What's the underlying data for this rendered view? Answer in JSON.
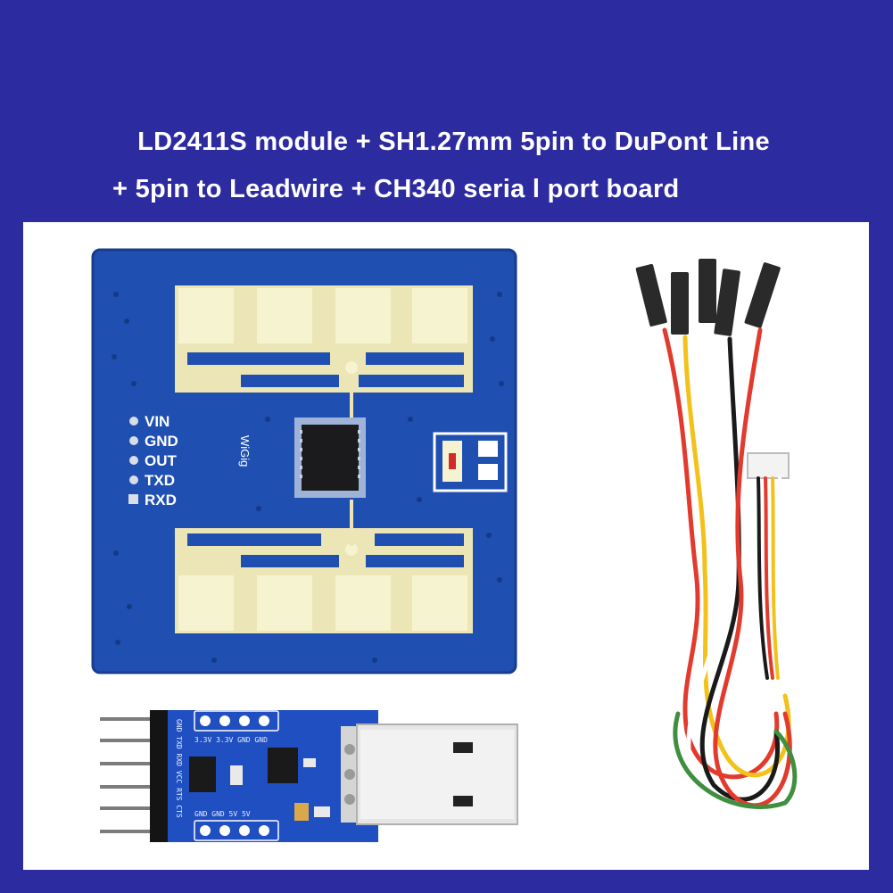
{
  "title": {
    "line1": "LD2411S module + SH1.27mm 5pin to DuPont Line",
    "line2": "+ 5pin to Leadwire + CH340 seria l port board"
  },
  "module": {
    "brand": "WiGig",
    "pins": [
      "VIN",
      "GND",
      "OUT",
      "TXD",
      "RXD"
    ]
  },
  "usb_board": {
    "top_silk": "3.3V 3.3V GND GND",
    "bottom_silk": "GND GND 5V 5V",
    "side_silk": "GND TXD RXD VCC RTS CTS"
  },
  "colors": {
    "banner": "#2d2ba0",
    "pcb": "#1f4fb0",
    "antenna": "#f3efc4",
    "wires": [
      "#e23b2e",
      "#f2c21a",
      "#1a1a1a",
      "#3f8f3f",
      "#ffffff"
    ]
  }
}
